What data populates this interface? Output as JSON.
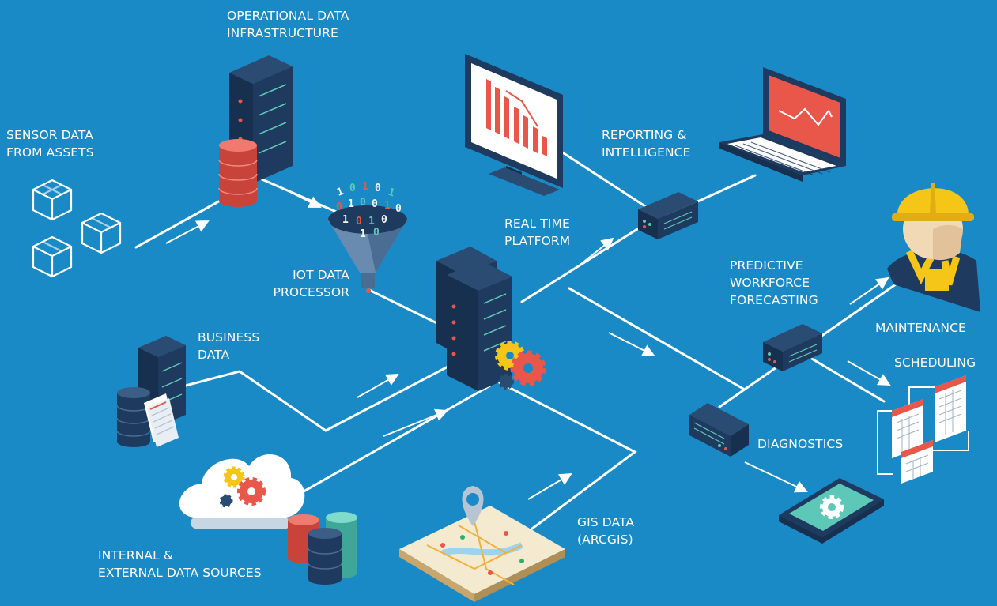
{
  "labels": {
    "operational": [
      "OPERATIONAL DATA",
      "INFRASTRUCTURE"
    ],
    "sensor": [
      "SENSOR DATA",
      "FROM ASSETS"
    ],
    "iot": [
      "IOT DATA",
      "PROCESSOR"
    ],
    "business": [
      "BUSINESS",
      "DATA"
    ],
    "internal": [
      "INTERNAL &",
      "EXTERNAL DATA SOURCES"
    ],
    "realtime": [
      "REAL TIME",
      "PLATFORM"
    ],
    "reporting": [
      "REPORTING &",
      "INTELLIGENCE"
    ],
    "predictive": [
      "PREDICTIVE",
      "WORKFORCE",
      "FORECASTING"
    ],
    "maintenance": "MAINTENANCE",
    "scheduling": "SCHEDULING",
    "diagnostics": "DIAGNOSTICS",
    "gis": [
      "GIS DATA",
      "(ARCGIS)"
    ]
  },
  "icon_names": [
    "cubes-icon",
    "server-rack-icon",
    "database-icon",
    "funnel-icon",
    "binary-data-icon",
    "central-server-icon",
    "gears-icon",
    "cloud-icon",
    "map-icon",
    "location-pin-icon",
    "monitor-chart-icon",
    "laptop-chart-icon",
    "network-switch-icon",
    "worker-icon",
    "calendar-grid-icon",
    "tablet-gear-icon"
  ],
  "colors": {
    "background": "#1a8ac6",
    "navy": "#1e3a5f",
    "red": "#e9564a",
    "teal": "#5ec8b8",
    "yellow": "#f5c518"
  }
}
